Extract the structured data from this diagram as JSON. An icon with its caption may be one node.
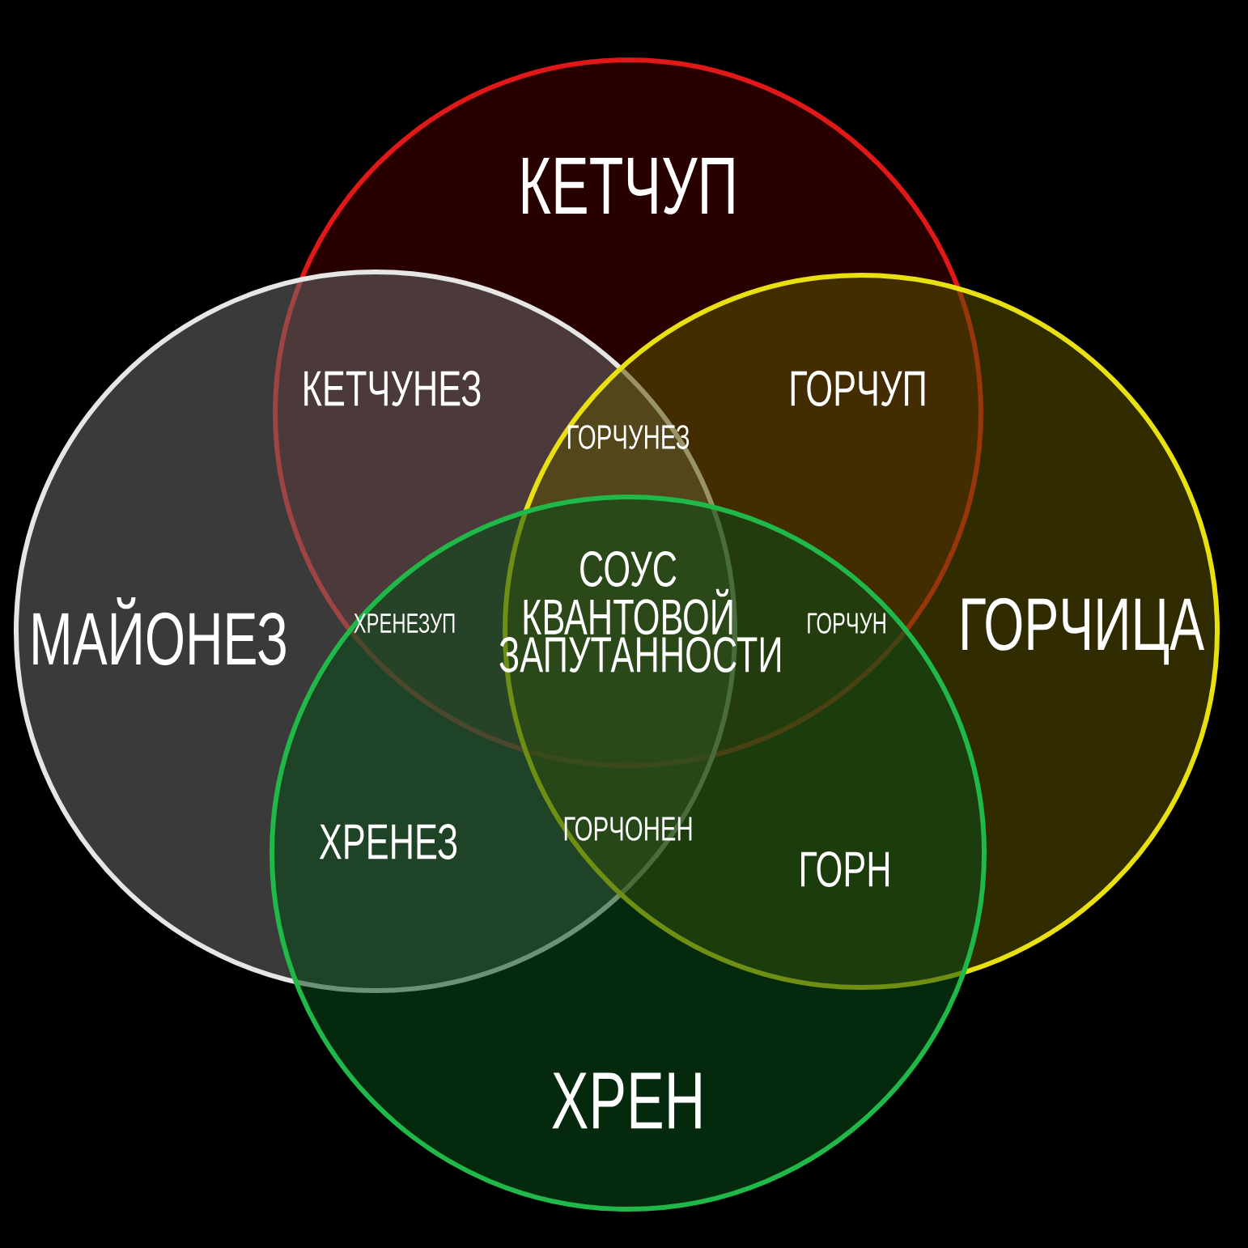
{
  "diagram": {
    "nodes": [
      {
        "text": [
          "КЕТЧУП"
        ]
      },
      {
        "text": [
          "МАЙОНЕЗ"
        ]
      },
      {
        "text": [
          "ГОРЧИЦА"
        ]
      },
      {
        "text": [
          "ХРЕН"
        ]
      }
    ],
    "labels": [
      "КЕТЧУНЕЗ",
      "ГОРЧУП",
      "ГОРЧУНЕЗ",
      "ХРЕНЕЗУП",
      "СОУС КВАНТОВОЙ ЗАПУТАННОСТИ",
      "ГОРЧУН",
      "ХРЕНЕЗ",
      "ГОРЧОНЕН",
      "ГОРН"
    ]
  }
}
